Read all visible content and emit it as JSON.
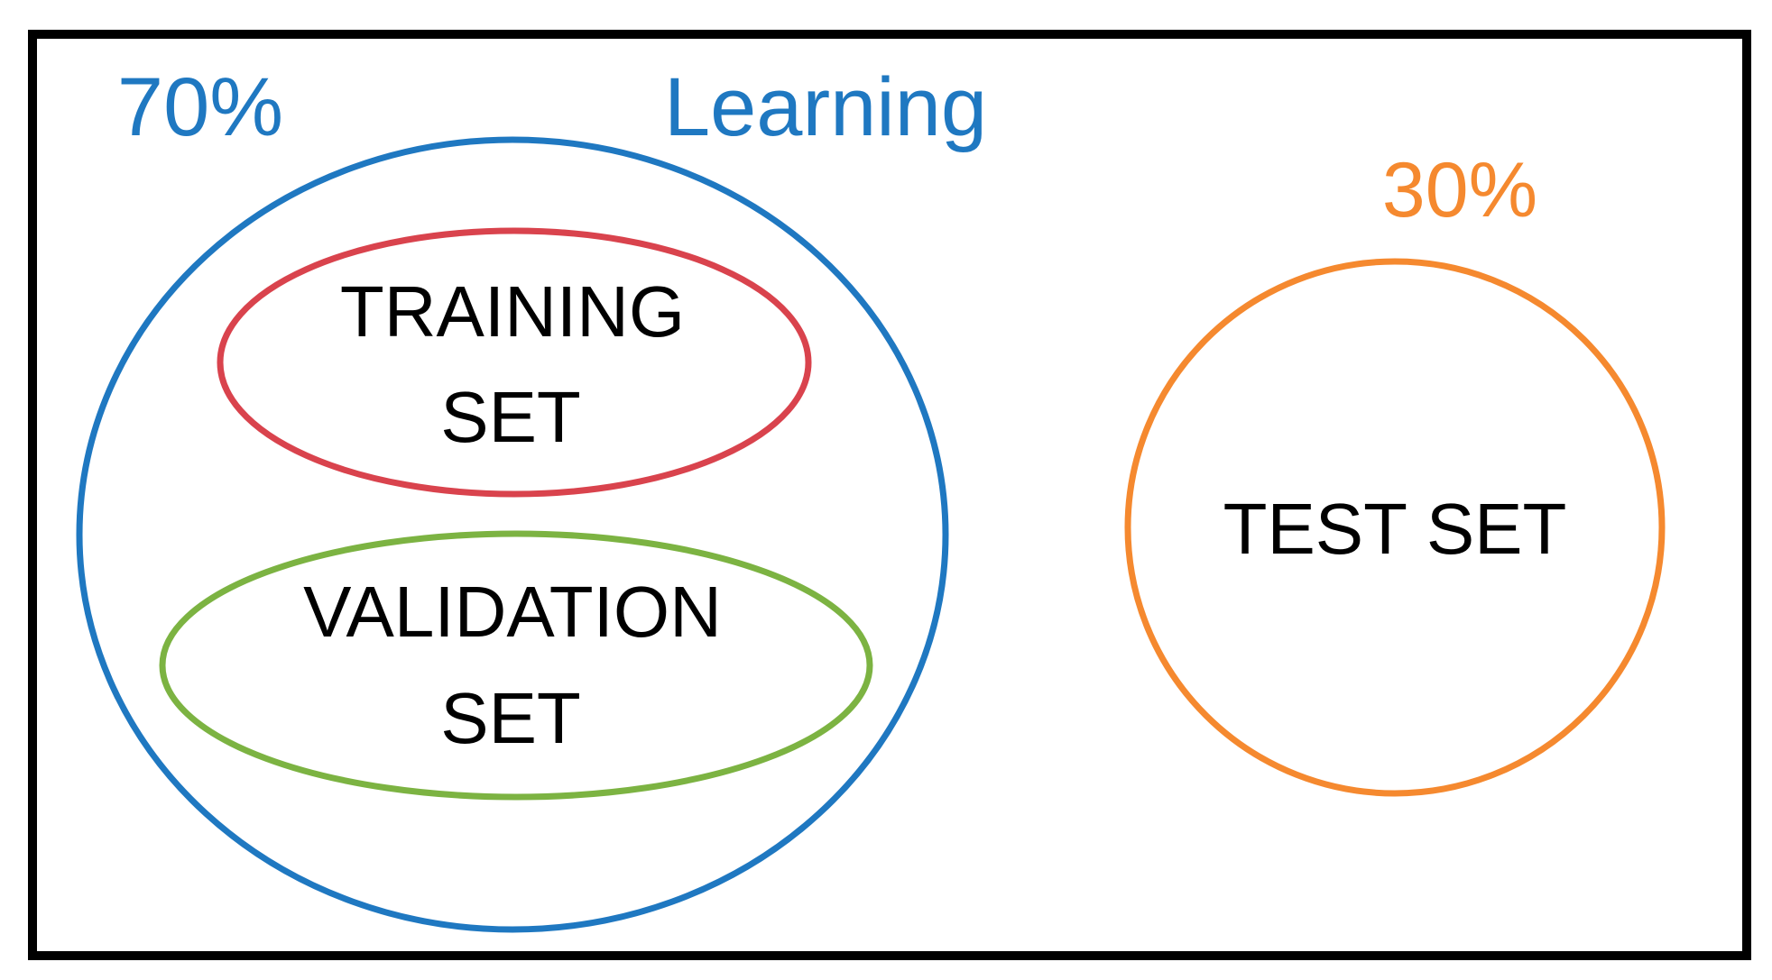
{
  "learning": {
    "percent": "70%",
    "title": "Learning",
    "color": "#1f78c1"
  },
  "training": {
    "line1": "TRAINING",
    "line2": "SET",
    "color": "#d9434d"
  },
  "validation": {
    "line1": "VALIDATION",
    "line2": "SET",
    "color": "#7cb342"
  },
  "test": {
    "percent": "30%",
    "label": "TEST SET",
    "color": "#f5892f"
  },
  "frame_color": "#000000",
  "text_color": "#000000"
}
